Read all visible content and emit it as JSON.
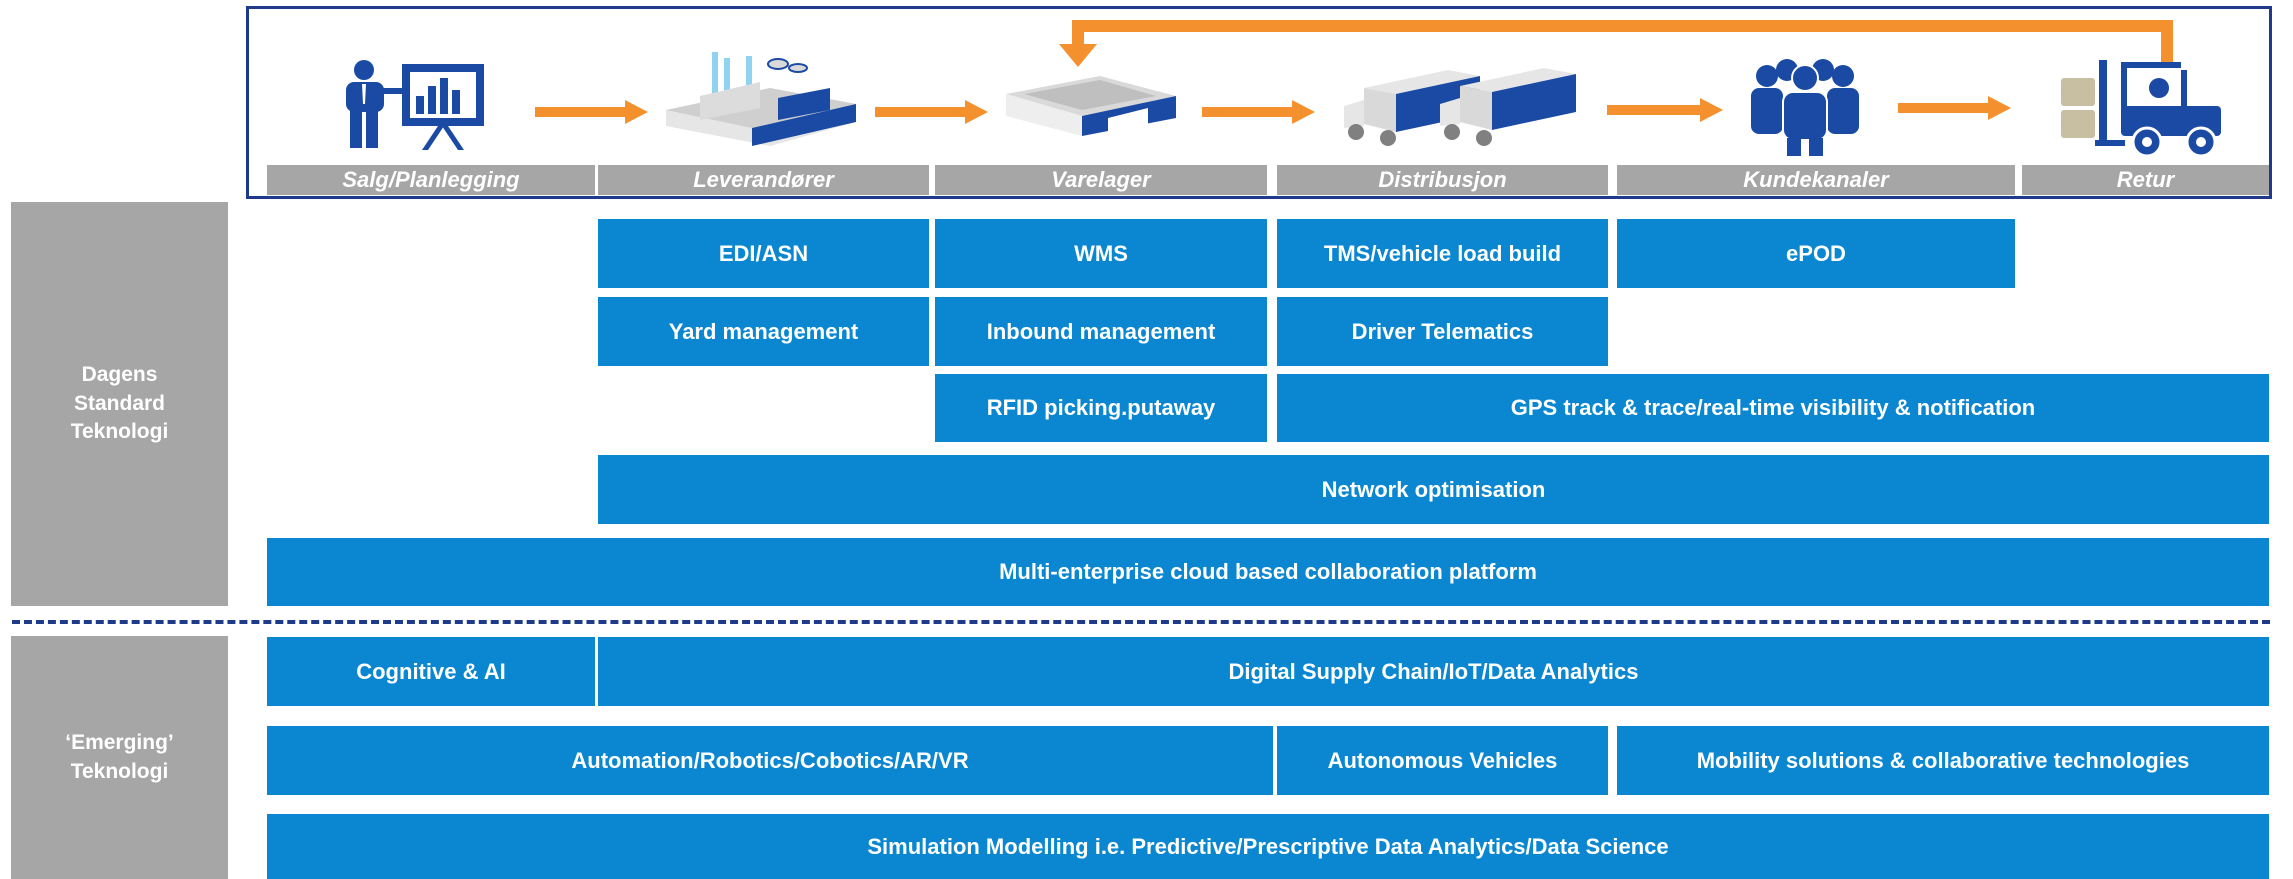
{
  "stages": [
    {
      "label": "Salg/Planlegging",
      "icon": "presenter-icon"
    },
    {
      "label": "Leverandører",
      "icon": "factory-icon"
    },
    {
      "label": "Varelager",
      "icon": "warehouse-icon"
    },
    {
      "label": "Distribusjon",
      "icon": "trucks-icon"
    },
    {
      "label": "Kundekanaler",
      "icon": "customers-icon"
    },
    {
      "label": "Retur",
      "icon": "forklift-icon"
    }
  ],
  "sections": {
    "standard": {
      "line1": "Dagens",
      "line2": "Standard",
      "line3": "Teknologi"
    },
    "emerging": {
      "line1": "‘Emerging’",
      "line2": "Teknologi"
    }
  },
  "bars": {
    "edi_asn": "EDI/ASN",
    "wms": "WMS",
    "tms": "TMS/vehicle load build",
    "epod": "ePOD",
    "yard": "Yard management",
    "inbound": "Inbound management",
    "telematics": "Driver Telematics",
    "rfid": "RFID picking.putaway",
    "gps": "GPS track & trace/real-time visibility & notification",
    "network": "Network optimisation",
    "cloud": "Multi-enterprise cloud based collaboration platform",
    "cognitive": "Cognitive & AI",
    "digital": "Digital Supply Chain/IoT/Data Analytics",
    "automation": "Automation/Robotics/Cobotics/AR/VR",
    "autonomous": "Autonomous Vehicles",
    "mobility": "Mobility solutions & collaborative technologies",
    "simulation": "Simulation Modelling i.e. Predictive/Prescriptive Data Analytics/Data Science"
  },
  "colors": {
    "bar": "#0a87d0",
    "gray": "#a6a6a6",
    "arrow": "#f5902f",
    "navy": "#1f3a8a",
    "icon": "#1a4aa3"
  }
}
